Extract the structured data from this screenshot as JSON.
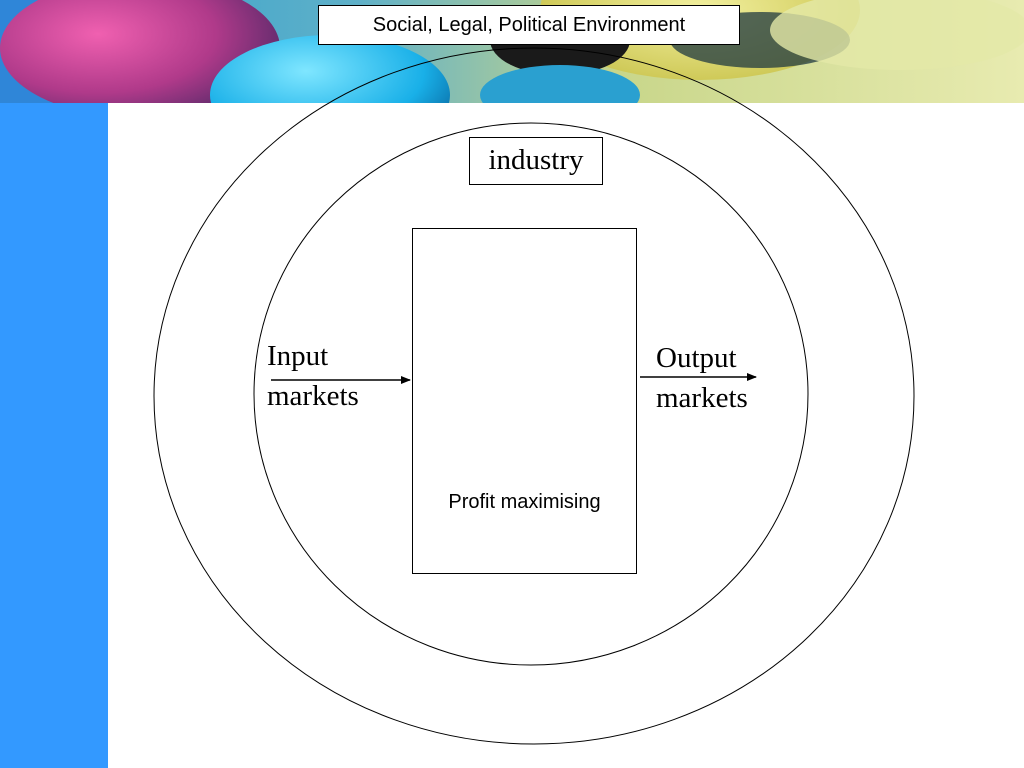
{
  "diagram": {
    "environment_label": "Social, Legal, Political Environment",
    "industry_label": "industry",
    "firm_label": "Profit maximising",
    "input_label_line1": "Input",
    "input_label_line2": "markets",
    "output_label_line1": "Output",
    "output_label_line2": "markets"
  },
  "colors": {
    "sidebar": "#3399ff",
    "background": "#ffffff",
    "stroke": "#000000"
  }
}
